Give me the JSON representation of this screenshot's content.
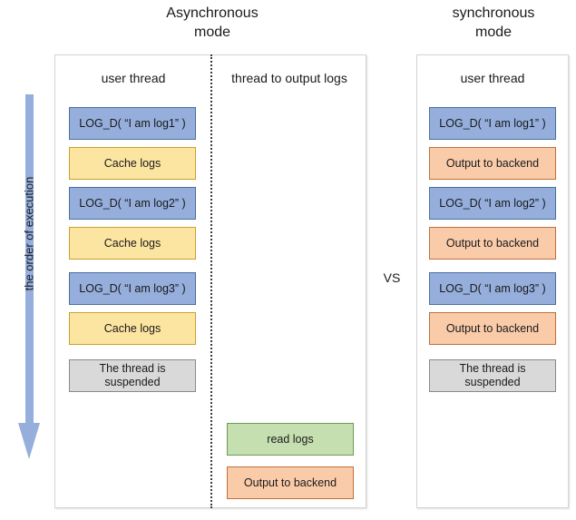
{
  "titles": {
    "async": "Asynchronous\nmode",
    "sync": "synchronous\nmode"
  },
  "vs_label": "VS",
  "axis": {
    "label": "the order of execution",
    "arrow_color": "#95aedc",
    "direction": "down"
  },
  "async_panel": {
    "columns": [
      {
        "heading": "user thread",
        "steps": [
          {
            "label": "LOG_D( “I am log1” )",
            "kind": "log"
          },
          {
            "label": "Cache logs",
            "kind": "cache"
          },
          {
            "label": "LOG_D( “I am log2” )",
            "kind": "log"
          },
          {
            "label": "Cache logs",
            "kind": "cache"
          },
          {
            "label": "LOG_D( “I am log3” )",
            "kind": "log"
          },
          {
            "label": "Cache logs",
            "kind": "cache"
          },
          {
            "label": "The thread is\nsuspended",
            "kind": "suspended"
          }
        ]
      },
      {
        "heading": "thread to output logs",
        "steps": [
          {
            "label": "read logs",
            "kind": "read"
          },
          {
            "label": "Output to backend",
            "kind": "output"
          }
        ]
      }
    ]
  },
  "sync_panel": {
    "columns": [
      {
        "heading": "user thread",
        "steps": [
          {
            "label": "LOG_D( “I am log1” )",
            "kind": "log"
          },
          {
            "label": "Output to backend",
            "kind": "output"
          },
          {
            "label": "LOG_D( “I am log2” )",
            "kind": "log"
          },
          {
            "label": "Output to backend",
            "kind": "output"
          },
          {
            "label": "LOG_D( “I am log3” )",
            "kind": "log"
          },
          {
            "label": "Output to backend",
            "kind": "output"
          },
          {
            "label": "The thread is\nsuspended",
            "kind": "suspended"
          }
        ]
      }
    ]
  },
  "colors": {
    "log_fill": "#95aedc",
    "log_border": "#4a6f9e",
    "cache_fill": "#fce5a0",
    "cache_border": "#c8a12e",
    "output_fill": "#f9cba9",
    "output_border": "#c0703a",
    "read_fill": "#c5dfb0",
    "read_border": "#6e9b4e",
    "suspended_fill": "#d9d9d9",
    "suspended_border": "#8a8a8a"
  }
}
